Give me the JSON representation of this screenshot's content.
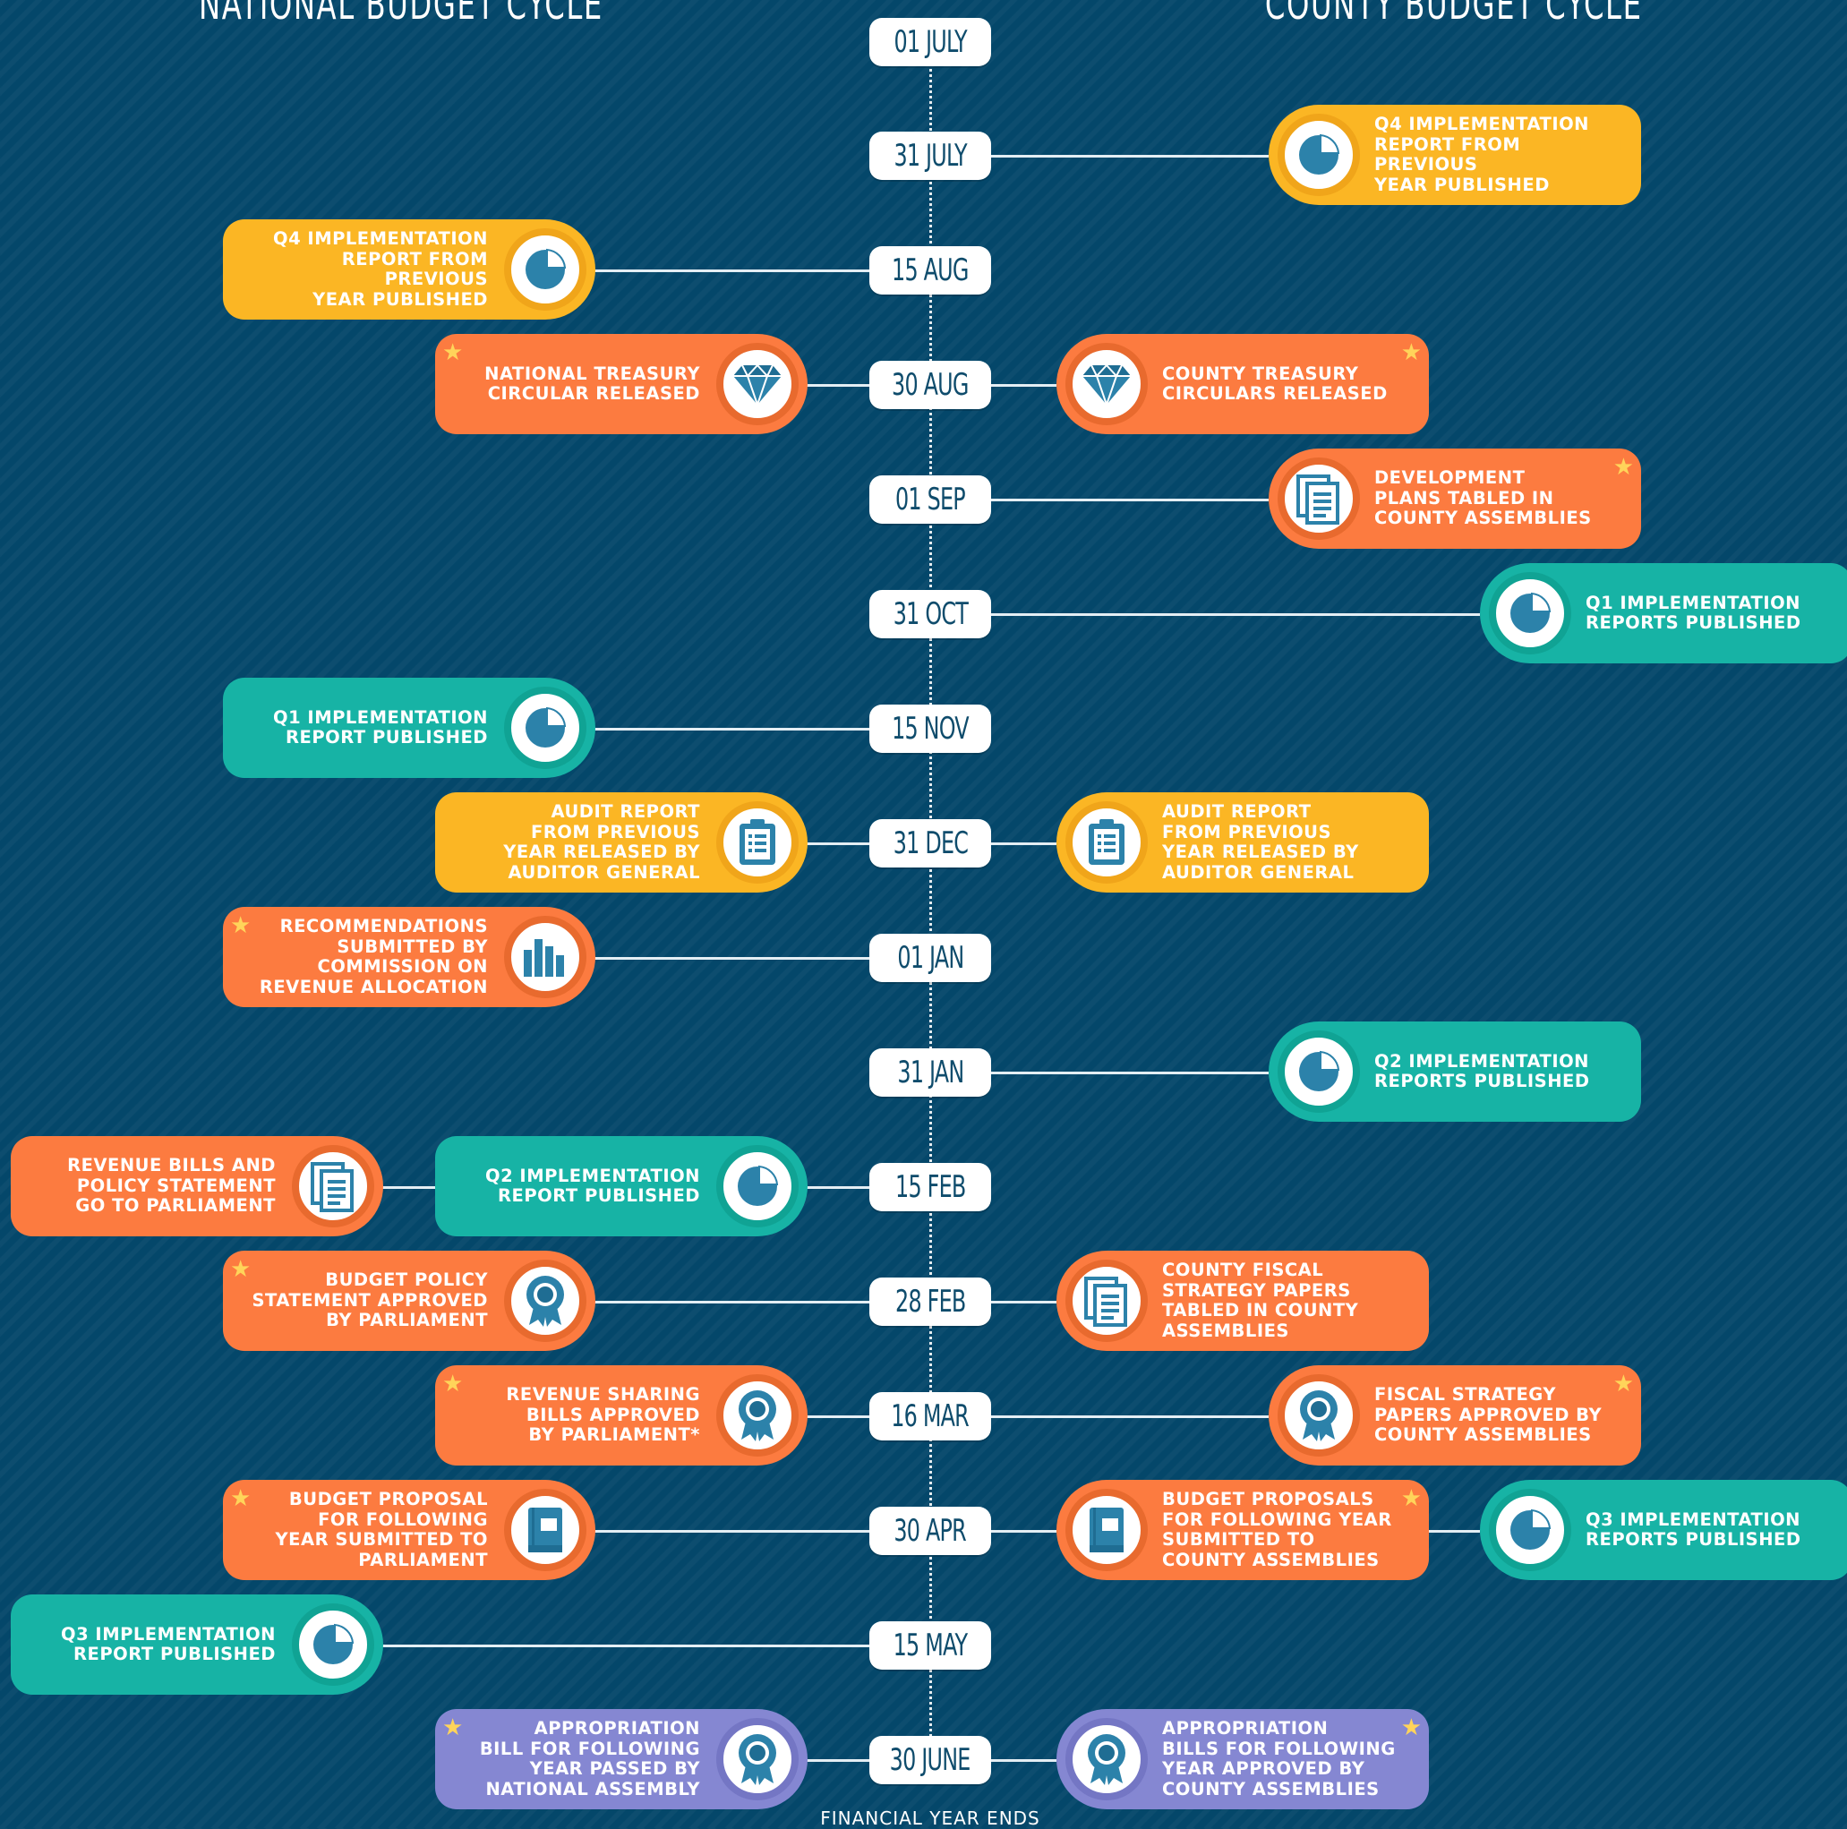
{
  "titles": {
    "national": "NATIONAL BUDGET CYCLE",
    "county": "COUNTY BUDGET CYCLE"
  },
  "dates": [
    "01 JULY",
    "31 JULY",
    "15 AUG",
    "30 AUG",
    "01 SEP",
    "31 OCT",
    "15 NOV",
    "31 DEC",
    "01 JAN",
    "31 JAN",
    "15 FEB",
    "28 FEB",
    "16 MAR",
    "30 APR",
    "15 MAY",
    "30 JUNE"
  ],
  "footer": "FINANCIAL YEAR ENDS",
  "colors": {
    "orange": "#fc7b40",
    "yellow": "#fbb624",
    "teal": "#17b3a5",
    "purple": "#8587d2",
    "background": "#04476a",
    "icon": "#2c82aa"
  },
  "star_symbol": "★",
  "events": [
    {
      "text": "Q4 IMPLEMENTATION\nREPORT FROM PREVIOUS\nYEAR PUBLISHED",
      "icon": "pie-chart-icon",
      "color": "yellow",
      "star": false
    },
    {
      "text": "Q4 IMPLEMENTATION\nREPORT FROM PREVIOUS\nYEAR PUBLISHED",
      "icon": "pie-chart-icon",
      "color": "yellow",
      "star": false
    },
    {
      "text": "NATIONAL TREASURY\nCIRCULAR RELEASED",
      "icon": "diamond-icon",
      "color": "orange",
      "star": true
    },
    {
      "text": "COUNTY TREASURY\nCIRCULARS RELEASED",
      "icon": "diamond-icon",
      "color": "orange",
      "star": true
    },
    {
      "text": "DEVELOPMENT\nPLANS TABLED IN\nCOUNTY ASSEMBLIES",
      "icon": "documents-icon",
      "color": "orange",
      "star": true
    },
    {
      "text": "Q1 IMPLEMENTATION\nREPORTS PUBLISHED",
      "icon": "pie-chart-icon",
      "color": "teal",
      "star": false
    },
    {
      "text": "Q1 IMPLEMENTATION\nREPORT PUBLISHED",
      "icon": "pie-chart-icon",
      "color": "teal",
      "star": false
    },
    {
      "text": "AUDIT REPORT\nFROM PREVIOUS\nYEAR RELEASED BY\nAUDITOR GENERAL",
      "icon": "clipboard-icon",
      "color": "yellow",
      "star": false
    },
    {
      "text": "AUDIT REPORT\nFROM PREVIOUS\nYEAR RELEASED BY\nAUDITOR GENERAL",
      "icon": "clipboard-icon",
      "color": "yellow",
      "star": false
    },
    {
      "text": "RECOMMENDATIONS\nSUBMITTED BY\nCOMMISSION ON\nREVENUE ALLOCATION",
      "icon": "bar-chart-icon",
      "color": "orange",
      "star": true
    },
    {
      "text": "Q2 IMPLEMENTATION\nREPORTS PUBLISHED",
      "icon": "pie-chart-icon",
      "color": "teal",
      "star": false
    },
    {
      "text": "REVENUE BILLS AND\nPOLICY STATEMENT\nGO TO PARLIAMENT",
      "icon": "documents-icon",
      "color": "orange",
      "star": false
    },
    {
      "text": "Q2 IMPLEMENTATION\nREPORT PUBLISHED",
      "icon": "pie-chart-icon",
      "color": "teal",
      "star": false
    },
    {
      "text": "BUDGET POLICY\nSTATEMENT APPROVED\nBY PARLIAMENT",
      "icon": "award-icon",
      "color": "orange",
      "star": true
    },
    {
      "text": "COUNTY FISCAL\nSTRATEGY PAPERS\nTABLED IN COUNTY\nASSEMBLIES",
      "icon": "documents-icon",
      "color": "orange",
      "star": false
    },
    {
      "text": "REVENUE SHARING\nBILLS APPROVED\nBY PARLIAMENT*",
      "icon": "award-icon",
      "color": "orange",
      "star": true
    },
    {
      "text": "FISCAL STRATEGY\nPAPERS APPROVED BY\nCOUNTY ASSEMBLIES",
      "icon": "award-icon",
      "color": "orange",
      "star": true
    },
    {
      "text": "BUDGET PROPOSAL\nFOR FOLLOWING\nYEAR SUBMITTED TO\nPARLIAMENT",
      "icon": "book-icon",
      "color": "orange",
      "star": true
    },
    {
      "text": "BUDGET PROPOSALS\nFOR FOLLOWING YEAR\nSUBMITTED TO\nCOUNTY ASSEMBLIES",
      "icon": "book-icon",
      "color": "orange",
      "star": true
    },
    {
      "text": "Q3 IMPLEMENTATION\nREPORTS PUBLISHED",
      "icon": "pie-chart-icon",
      "color": "teal",
      "star": false
    },
    {
      "text": "Q3 IMPLEMENTATION\nREPORT PUBLISHED",
      "icon": "pie-chart-icon",
      "color": "teal",
      "star": false
    },
    {
      "text": "APPROPRIATION\nBILL FOR FOLLOWING\nYEAR PASSED BY\nNATIONAL ASSEMBLY",
      "icon": "award-icon",
      "color": "purple",
      "star": true
    },
    {
      "text": "APPROPRIATION\nBILLS FOR FOLLOWING\nYEAR APPROVED BY\nCOUNTY ASSEMBLIES",
      "icon": "award-icon",
      "color": "purple",
      "star": true
    }
  ]
}
